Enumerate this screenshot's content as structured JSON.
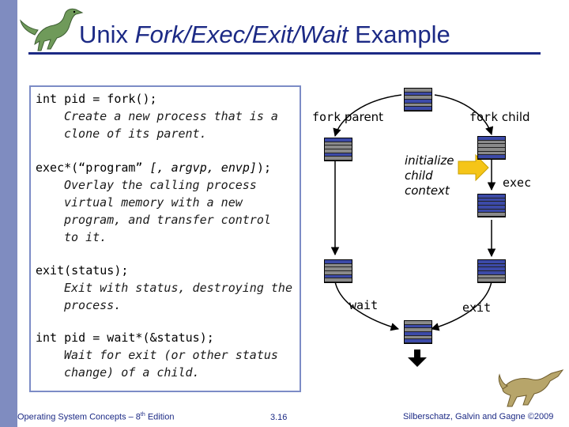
{
  "slide": {
    "title": "Unix Fork/Exec/Exit/Wait Example",
    "code_blocks": [
      {
        "code": "int pid = fork();",
        "note_lines": [
          "Create a new process that is a",
          "clone of its parent."
        ]
      },
      {
        "code": "exec*(“program” [, argvp, envp]);",
        "note_lines": [
          "Overlay the calling process",
          "virtual memory with a new",
          "program, and transfer control",
          "to it."
        ]
      },
      {
        "code": "exit(status);",
        "note_lines": [
          "Exit with status, destroying the",
          "process."
        ]
      },
      {
        "code": "int pid = wait*(&status);",
        "note_lines": [
          "Wait for exit (or other status",
          "change) of a child."
        ]
      }
    ]
  },
  "diagram": {
    "fork_parent_label": "fork parent",
    "fork_child_label": "fork child",
    "initialize_lines": [
      "initialize",
      "child",
      "context"
    ],
    "exec_label": "exec",
    "wait_label": "wait",
    "exit_label": "exit",
    "colors": {
      "process_stripe_blue": "#3c4aa8",
      "process_stripe_gray": "#8a8a8a",
      "arrow_fill": "#f5c518",
      "outline": "#000000"
    }
  },
  "footer": {
    "left_text": "Operating System Concepts – 8",
    "left_sup": "th",
    "left_suffix": " Edition",
    "page_number": "3.16",
    "right_text": "Silberschatz, Galvin and Gagne ©2009"
  }
}
